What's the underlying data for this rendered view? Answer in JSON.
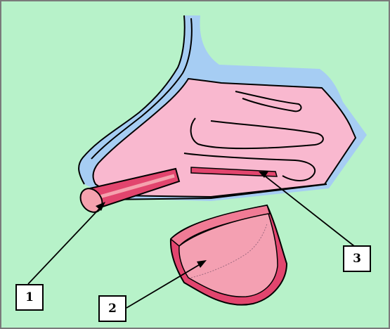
{
  "labels": [
    {
      "id": "1",
      "text": "1"
    },
    {
      "id": "2",
      "text": "2"
    },
    {
      "id": "3",
      "text": "3"
    }
  ],
  "colors": {
    "background": "#b7f2c9",
    "outer_shell": "#a6cdf3",
    "inner_tissue": "#f9b8cf",
    "duct_red": "#e2456e",
    "duct_light": "#f5a2ae",
    "cut_pink": "#f07b95",
    "outline": "#000000"
  }
}
